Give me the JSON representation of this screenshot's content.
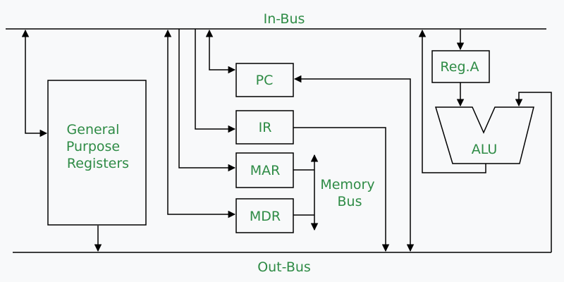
{
  "colors": {
    "label": "#2e8b45",
    "line": "#000000",
    "background": "#f8f9fa"
  },
  "buses": {
    "in_bus": "In-Bus",
    "out_bus": "Out-Bus",
    "memory_bus": [
      "Memory",
      "Bus"
    ]
  },
  "components": {
    "gpr": [
      "General",
      "Purpose",
      "Registers"
    ],
    "pc": "PC",
    "ir": "IR",
    "mar": "MAR",
    "mdr": "MDR",
    "reg_a": "Reg.A",
    "alu": "ALU"
  }
}
